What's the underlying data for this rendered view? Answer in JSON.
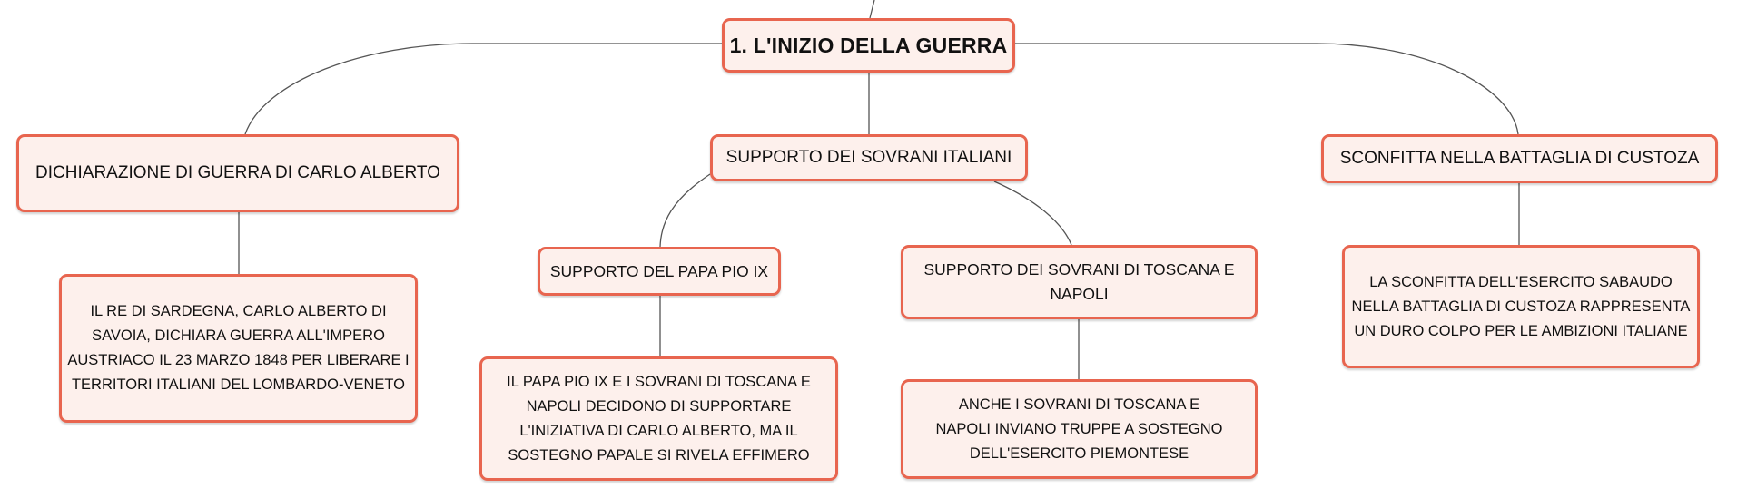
{
  "colors": {
    "node_fill": "#fdf0ec",
    "node_border": "#e8654f",
    "connector": "#555555",
    "text": "#111111"
  },
  "root": {
    "label": "1. L'INIZIO DELLA GUERRA"
  },
  "branches": {
    "dichiarazione": {
      "label": "DICHIARAZIONE DI GUERRA DI CARLO ALBERTO",
      "detail": "IL RE DI SARDEGNA, CARLO ALBERTO DI SAVOIA, DICHIARA GUERRA ALL'IMPERO AUSTRIACO IL 23 MARZO 1848 PER LIBERARE I TERRITORI ITALIANI DEL LOMBARDO-VENETO"
    },
    "supporto": {
      "label": "SUPPORTO DEI SOVRANI ITALIANI",
      "papa": {
        "label": "SUPPORTO DEL PAPA PIO IX",
        "detail": "IL PAPA PIO IX E I SOVRANI DI TOSCANA E NAPOLI DECIDONO DI SUPPORTARE L'INIZIATIVA DI CARLO ALBERTO, MA IL SOSTEGNO PAPALE SI RIVELA EFFIMERO"
      },
      "toscana": {
        "label": "SUPPORTO DEI SOVRANI DI TOSCANA E NAPOLI",
        "detail": "ANCHE I SOVRANI DI TOSCANA E NAPOLI INVIANO TRUPPE A SOSTEGNO DELL'ESERCITO PIEMONTESE"
      }
    },
    "sconfitta": {
      "label": "SCONFITTA NELLA BATTAGLIA DI CUSTOZA",
      "detail": "LA SCONFITTA DELL'ESERCITO SABAUDO NELLA BATTAGLIA DI CUSTOZA RAPPRESENTA UN DURO COLPO PER LE AMBIZIONI ITALIANE"
    }
  }
}
